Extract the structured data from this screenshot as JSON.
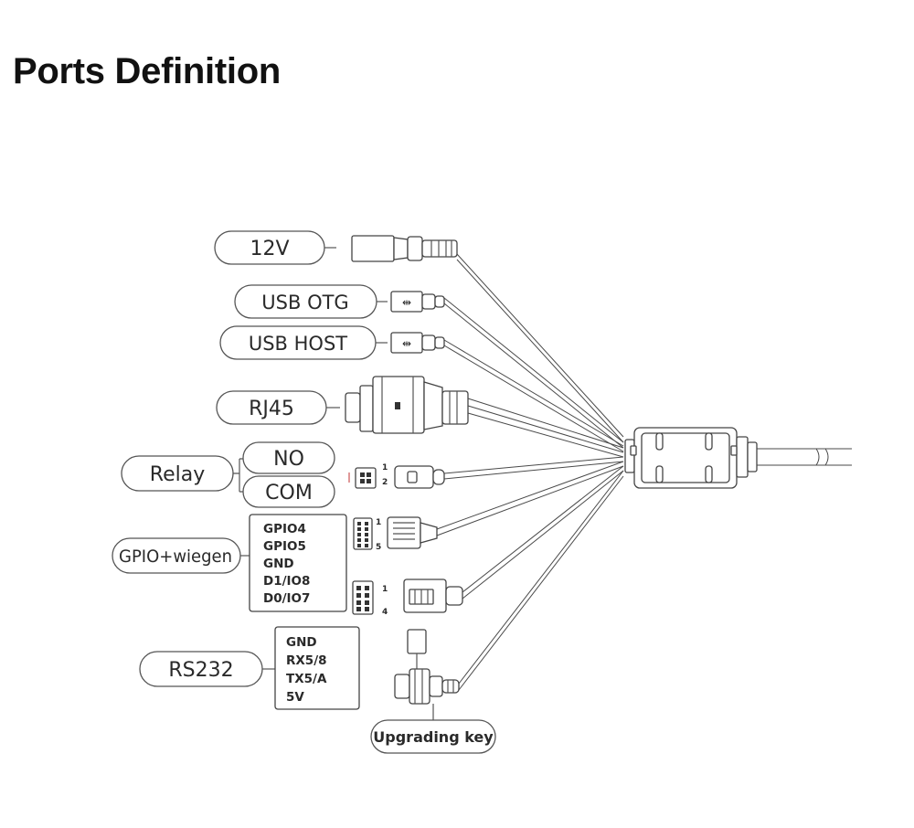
{
  "title": "Ports Definition",
  "ports": {
    "power": "12V",
    "usb_otg": "USB OTG",
    "usb_host": "USB HOST",
    "rj45": "RJ45",
    "relay": "Relay",
    "relay_no": "NO",
    "relay_com": "COM",
    "gpio": "GPIO+wiegen",
    "rs232": "RS232",
    "upgrading_key": "Upgrading key"
  },
  "relay_pins": {
    "first": "1",
    "last": "2"
  },
  "gpio_pins": {
    "first": "1",
    "last": "5",
    "labels": [
      "GPIO4",
      "GPIO5",
      "GND",
      "D1/IO8",
      "D0/IO7"
    ]
  },
  "rs232_pins": {
    "first": "1",
    "last": "4",
    "labels": [
      "GND",
      "RX5/8",
      "TX5/A",
      "5V"
    ]
  }
}
